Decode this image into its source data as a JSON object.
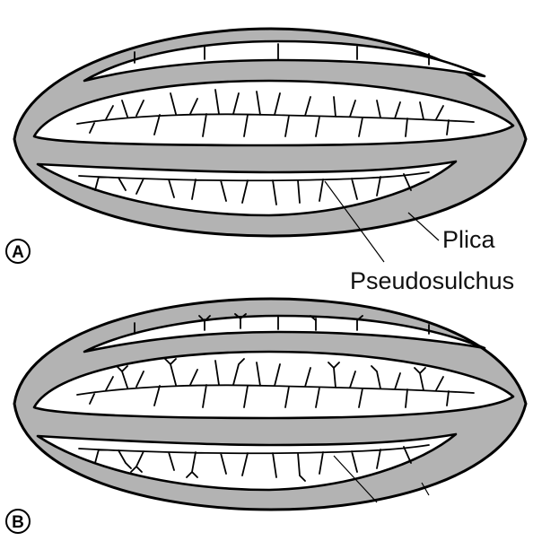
{
  "figure": {
    "panels": [
      {
        "id": "A",
        "label": "A"
      },
      {
        "id": "B",
        "label": "B"
      }
    ],
    "callouts": {
      "plica": "Plica",
      "pseudosulchus": "Pseudosulchus"
    },
    "colors": {
      "plica_fill": "#b3b3b3",
      "groove_fill": "#ffffff",
      "outline": "#000000"
    }
  }
}
